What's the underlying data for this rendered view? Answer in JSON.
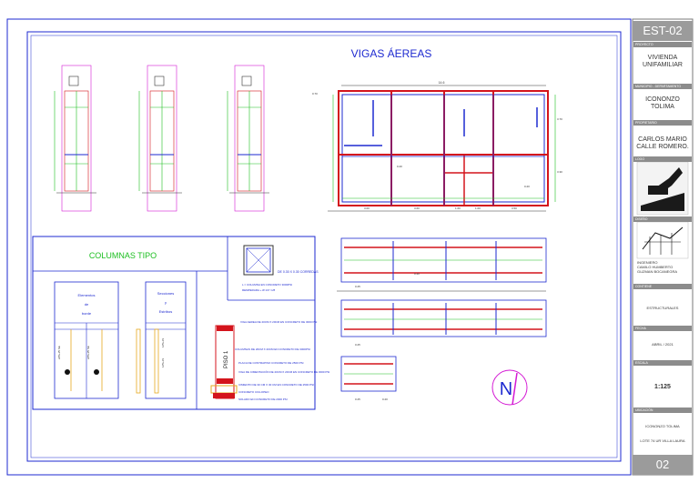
{
  "drawing": {
    "title": "VIGAS ÁEREAS",
    "columns_title": "COLUMNAS TIPO",
    "table_left": {
      "col1": "Elementos",
      "col2": "de",
      "col3": "borde"
    },
    "table_right": {
      "col1": "Secciones",
      "col2": "y",
      "col3": "Estribos"
    },
    "stirrup_labels": {
      "a": "2#5+#5 SE",
      "b": "2#5+#5 SE",
      "c": "1#5+#3",
      "d": "1#5+#3"
    },
    "column_note_1": "DE 0.30 X 0.30 CORREDAS",
    "column_note_2": "L = COLUMNA EN CONCRETO 3000PSI",
    "column_note_3": "REMPERARA + Ø 1/4\" C/8",
    "detail_label": "PISO 1",
    "detail_notes": [
      "VIGA AEREA DE 20CM X 20CM EN CONCRETO DE 3000 PSI",
      "COLUMNAS DE 20CM X 20CM EN CONCRETO DE 3000PSI",
      "PLACA DE CONTRAPISO CONCRETO DE 2500 PSI",
      "VIGA DE CIMENTACIÓN DE 20CM X 20CM EN CONCRETO DE 3000 PSI",
      "CIMIENTO DE 30 CM X 30 CM EN CONCRETO DE 2500 PSI",
      "CONCRETO CICLOPEO",
      "SOLADO EN CONCRETO DE 2000 PSI"
    ],
    "dims": {
      "top": "14.6",
      "right_a": "3.70",
      "right_b": "3.30",
      "bottom_a": "3.00",
      "bottom_b": "3.60",
      "bottom_c": "1.60",
      "bottom_d": "1.00",
      "bottom_e": "3.50",
      "inner_a": "0.20",
      "inner_b": "0.20",
      "left": "0.70",
      "beam_a": "0.25",
      "beam_b": "0.40",
      "beam_c": "0.25",
      "beam_d": "0.25",
      "beam_e": "0.20"
    }
  },
  "title_block": {
    "code": "EST-02",
    "proyecto_h": "PROYECTO",
    "proyecto_v1": "VIVIENDA",
    "proyecto_v2": "UNIFAMILIAR",
    "municipio_h": "MUNICIPIO - DEPARTAMENTO",
    "municipio_v1": "ICONONZO",
    "municipio_v2": "TOLIMA",
    "propietario_h": "PROPIETARIO",
    "propietario_v1": "CARLOS MARIO",
    "propietario_v2": "CALLE ROMERO.",
    "logo_h": "LOGO",
    "diseno_h": "DISEÑO",
    "ingeniero_v1": "INGENIERO",
    "ingeniero_v2": "CAMILO HUMBERTO",
    "ingeniero_v3": "GUZMAN BOCANEGRA",
    "contiene_h": "CONTIENE",
    "contiene_v": "ESTRUCTURALES",
    "fecha_h": "FECHA",
    "fecha_v": "ABRIL / 2021",
    "escala_h": "ESCALA",
    "escala_v": "1:125",
    "ubicacion_h": "UBICACIÓN",
    "ubicacion_v1": "ICONONZO TOLIMA",
    "ubicacion_v2": "LOTE 74 UR VILLA LAURA",
    "sheet": "02"
  },
  "colors": {
    "red": "#d4141c",
    "blue": "#1e2ad0",
    "green": "#1dbf21",
    "magenta": "#d41ad4",
    "grey": "#8c8c8c"
  }
}
